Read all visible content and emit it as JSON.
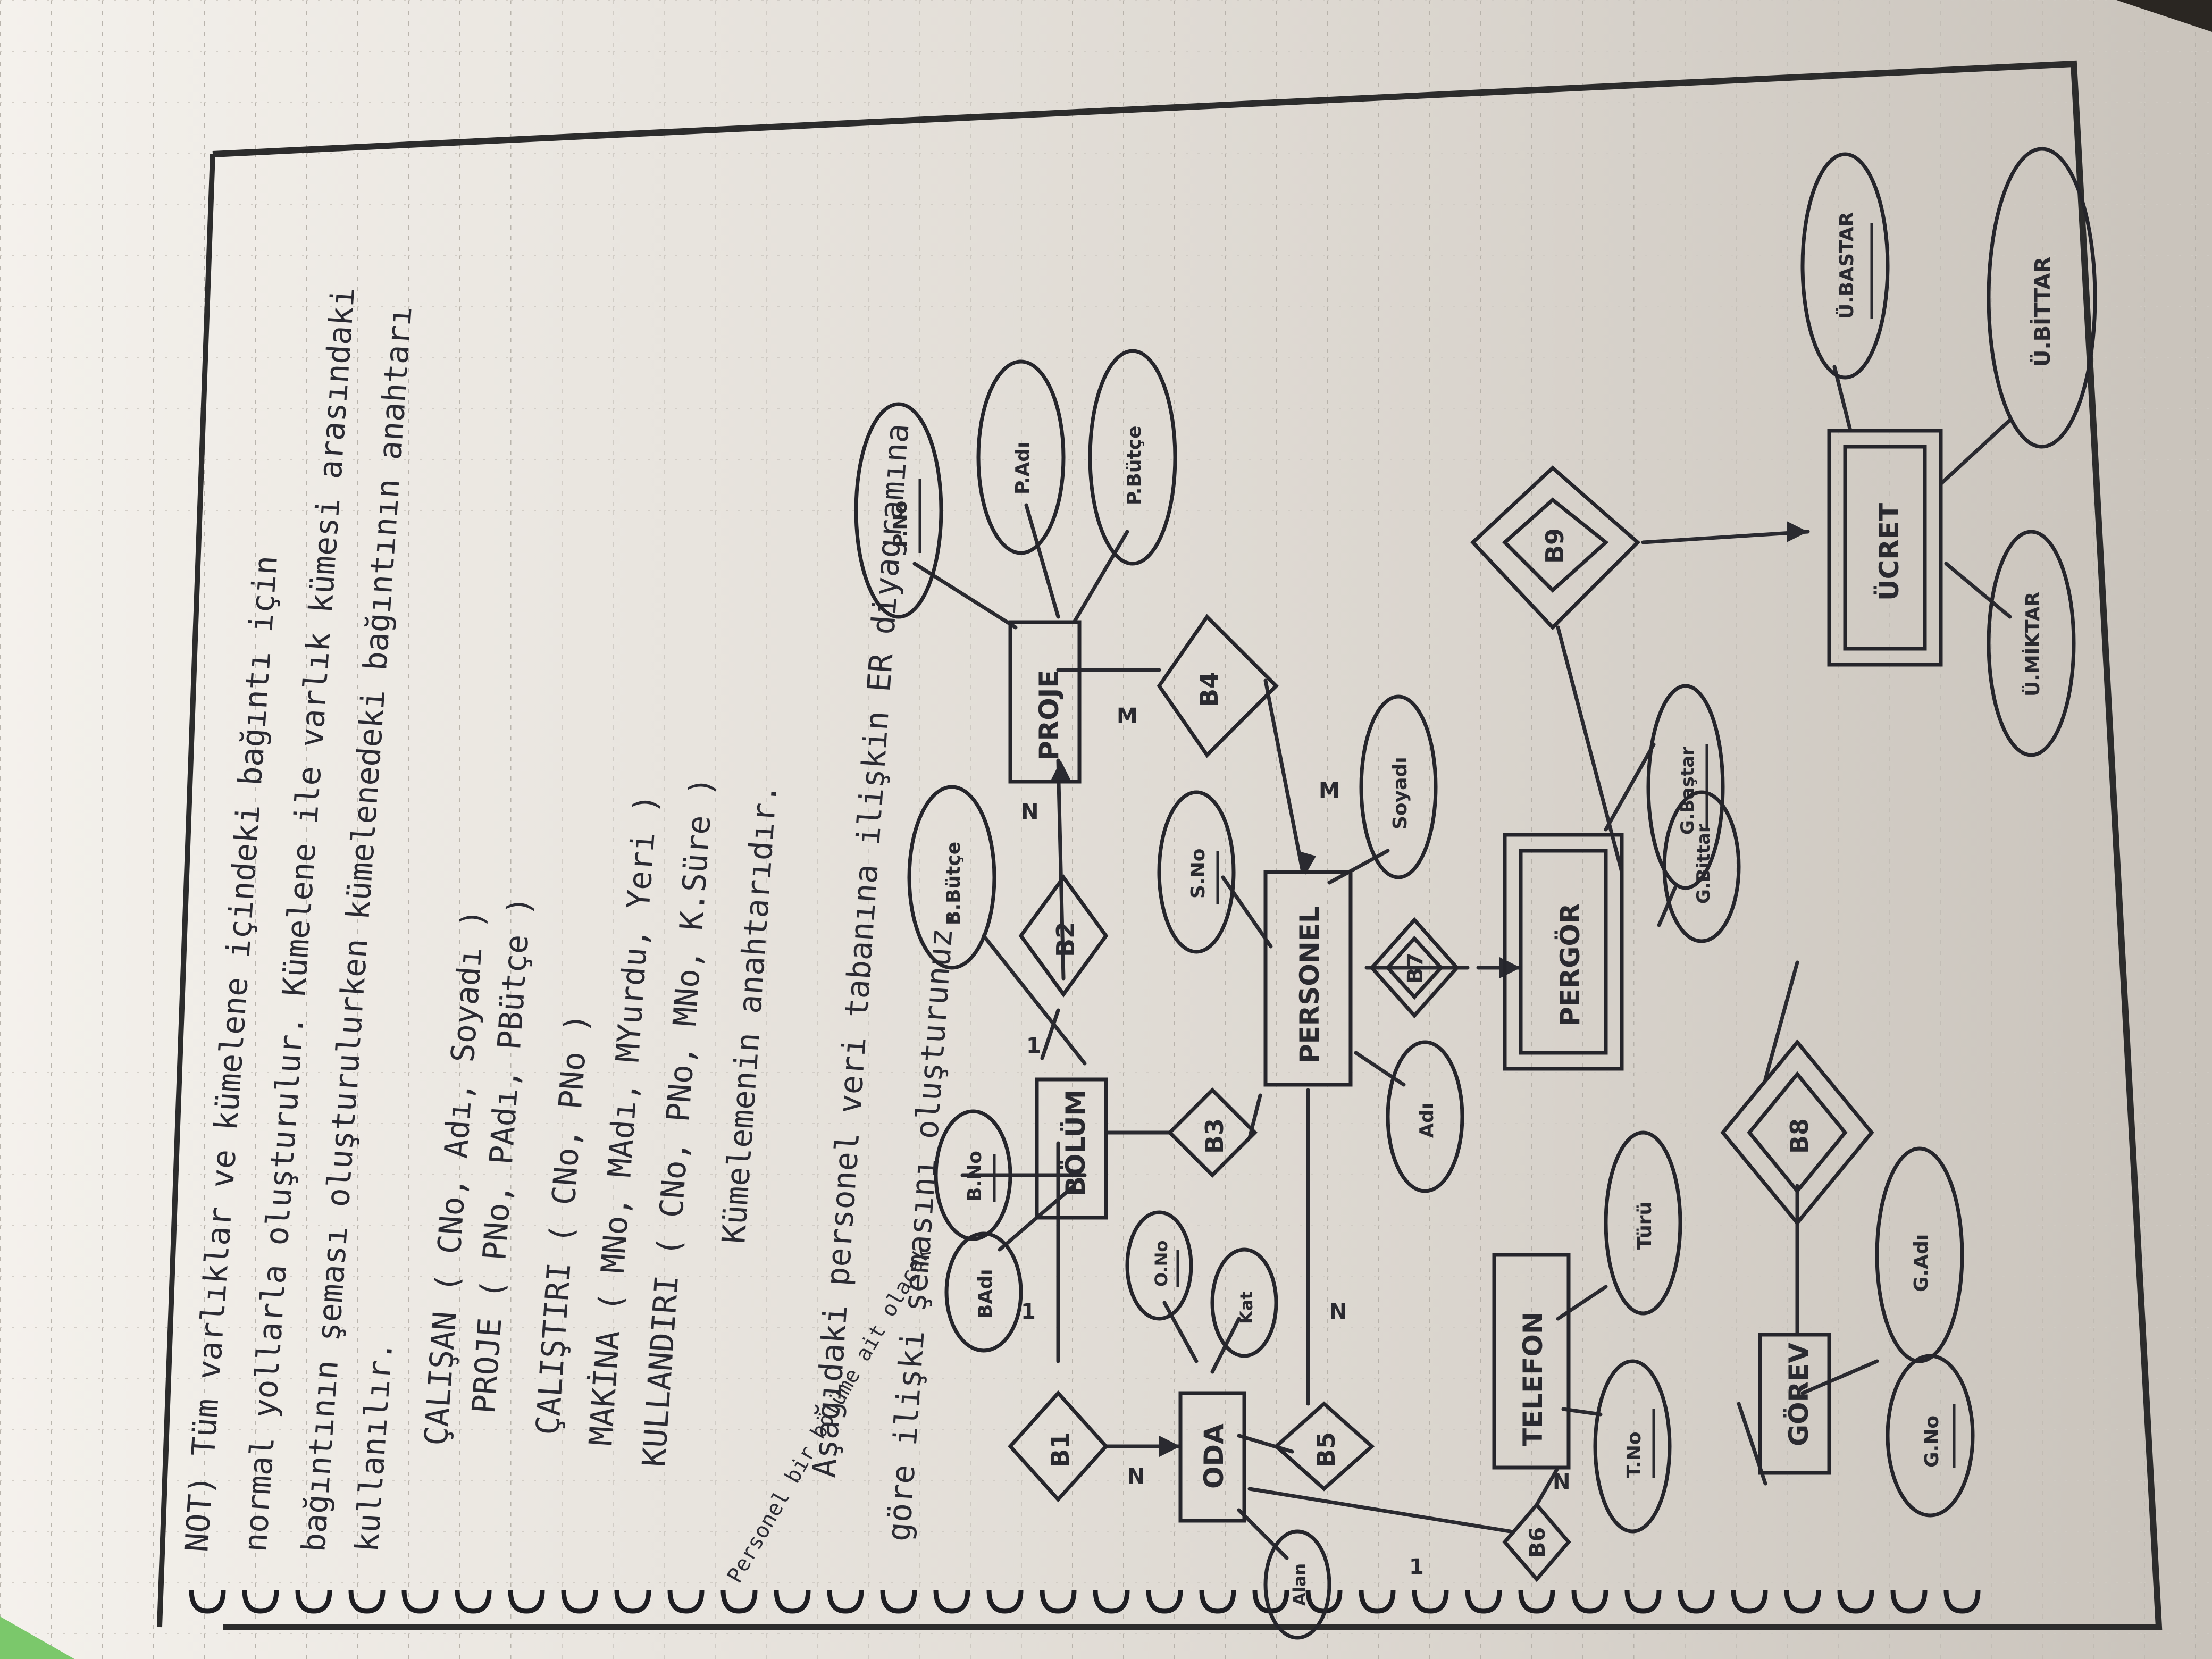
{
  "colors": {
    "paper": "#e6e2dc",
    "ink": "#2a2a30",
    "desk": "#2a2622",
    "clip": "#7bc86b"
  },
  "notes": {
    "n1": "NOT) Tüm varlıklar ve kümelene içindeki bağıntı için",
    "n2": "normal yollarla oluşturulur. Kümelene ile varlık kümesi arasındaki",
    "n3": "bağıntının şeması oluşturulurken kümelenedeki bağıntının anahtarı",
    "n4": "kullanılır.",
    "n5": "ÇALIŞAN ( CNo, Adı, Soyadı )",
    "n6": "PROJE ( PNo, PAdı, PBütçe )",
    "n7": "ÇALIŞTIRI ( CNo, PNo )",
    "n8": "MAKİNA ( MNo, MAdı, MYurdu, Yeri )",
    "n9": "KULLANDIRI ( CNo, PNo, MNo, K.Süre )",
    "n10": "Kümelemenin anahtarıdır.",
    "n11": "Aşağıdaki personel veri tabanına ilişkin ER diyagramına",
    "n12": "göre ilişki şemasını oluşturunuz.",
    "margin": "Personel bir bölüme ait olacak"
  },
  "er": {
    "entities": {
      "bolum": "BÖLÜM",
      "proje": "PROJE",
      "personel": "PERSONEL",
      "oda": "ODA",
      "telefon": "TELEFON",
      "gorev": "GÖREV",
      "pergor": "PERGÖR",
      "ucret": "ÜCRET"
    },
    "relationships": {
      "b1": "B1",
      "b2": "B2",
      "b3": "B3",
      "b4": "B4",
      "b5": "B5",
      "b6": "B6",
      "b7": "B7",
      "b8": "B8",
      "b9": "B9"
    },
    "attributes": {
      "bno": "B.No",
      "badi": "BAdı",
      "bbutce": "B.Bütçe",
      "pno": "P.No",
      "padi": "P.Adı",
      "pbutce": "P.Bütçe",
      "sno": "S.No",
      "soyadi": "Soyadı",
      "adi": "Adı",
      "ono": "O.No",
      "kat": "Kat",
      "alan": "Alan",
      "tno": "T.No",
      "turu": "Türü",
      "gno": "G.No",
      "gadi": "G.Adı",
      "gbastar": "G.Baştar",
      "gbittar": "G.Bittar",
      "ubastar": "Ü.BASTAR",
      "ubittar": "Ü.BİTTAR",
      "umiktar": "Ü.MİKTAR",
      "ucret_inner": "ÜCRET"
    },
    "cardinality": {
      "one": "1",
      "n": "N",
      "m": "M"
    }
  }
}
